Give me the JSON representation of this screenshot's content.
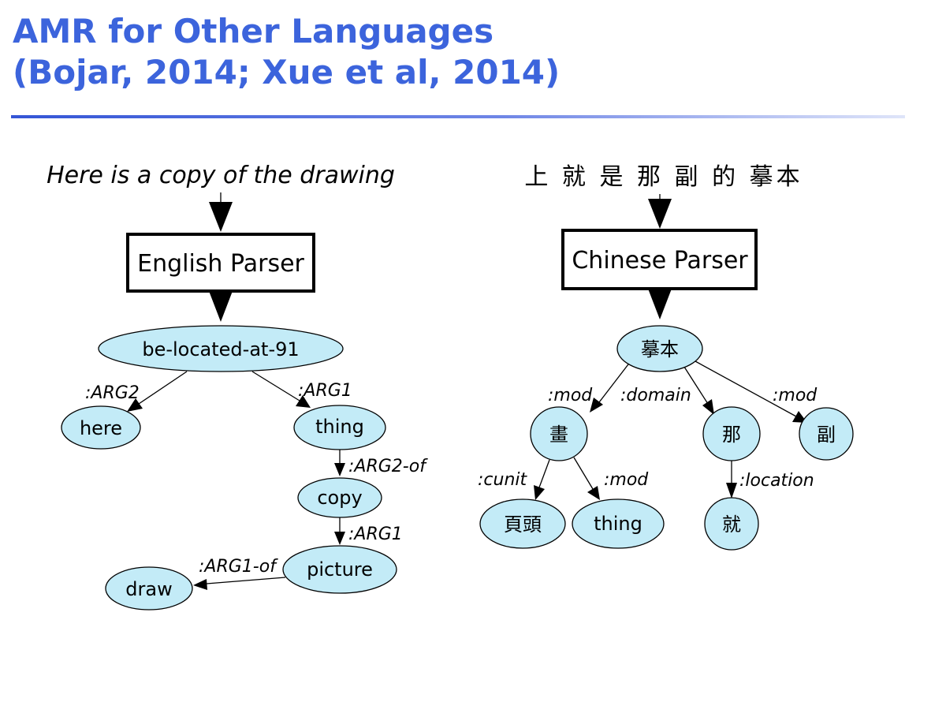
{
  "slide": {
    "title_line1": "AMR for Other Languages",
    "title_line2": "(Bojar, 2014; Xue et al, 2014)"
  },
  "english": {
    "sentence": "Here is a copy of the drawing",
    "parser_label": "English Parser",
    "nodes": {
      "root": "be-located-at-91",
      "here": "here",
      "thing": "thing",
      "copy": "copy",
      "picture": "picture",
      "draw": "draw"
    },
    "edge_labels": {
      "root_here": ":ARG2",
      "root_thing": ":ARG1",
      "thing_copy": ":ARG2-of",
      "copy_picture": ":ARG1",
      "picture_draw": ":ARG1-of"
    }
  },
  "chinese": {
    "sentence": "上 就 是 那 副  的 摹本",
    "parser_label": "Chinese Parser",
    "nodes": {
      "root": "摹本",
      "hua": "畫",
      "na": "那",
      "fu": "副",
      "yetou": "頁頭",
      "thing": "thing",
      "jiu": "就"
    },
    "edge_labels": {
      "root_hua": ":mod",
      "root_na": ":domain",
      "root_fu": ":mod",
      "hua_yetou": ":cunit",
      "hua_thing": ":mod",
      "na_jiu": ":location"
    }
  }
}
